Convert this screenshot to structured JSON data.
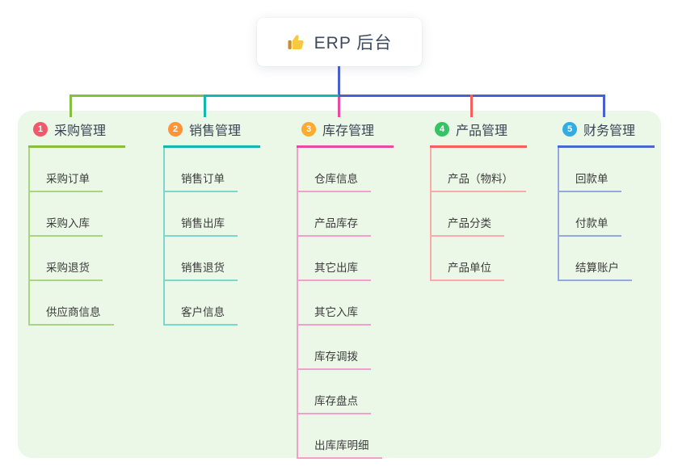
{
  "root": {
    "label": "ERP 后台",
    "icon": "thumbs-up"
  },
  "branches": [
    {
      "num": "1",
      "label": "采购管理",
      "color": "#84bf40",
      "light": "#a9d57e",
      "badge": "#f1586b",
      "children": [
        "采购订单",
        "采购入库",
        "采购退货",
        "供应商信息"
      ]
    },
    {
      "num": "2",
      "label": "销售管理",
      "color": "#12b8ac",
      "light": "#7bd6cc",
      "badge": "#ff9336",
      "children": [
        "销售订单",
        "销售出库",
        "销售退货",
        "客户信息"
      ]
    },
    {
      "num": "3",
      "label": "库存管理",
      "color": "#e84a9f",
      "light": "#f2a0cb",
      "badge": "#ffab2e",
      "children": [
        "仓库信息",
        "产品库存",
        "其它出库",
        "其它入库",
        "库存调拨",
        "库存盘点",
        "出库库明细"
      ]
    },
    {
      "num": "4",
      "label": "产品管理",
      "color": "#f75f5f",
      "light": "#fbaaaa",
      "badge": "#35c463",
      "children": [
        "产品（物料）",
        "产品分类",
        "产品单位"
      ]
    },
    {
      "num": "5",
      "label": "财务管理",
      "color": "#4a66cf",
      "light": "#94aade",
      "badge": "#33ace4",
      "children": [
        "回款单",
        "付款单",
        "结算账户"
      ]
    }
  ],
  "colors": {
    "stem_blue": "#4a60d2",
    "seg_green": "#84bf40",
    "seg_teal": "#12b8ac",
    "seg_blue": "#4a60d2",
    "drop_magenta": "#e84a9f",
    "drop_red": "#f75f5f",
    "panel_bg": "#ebf7e7"
  }
}
